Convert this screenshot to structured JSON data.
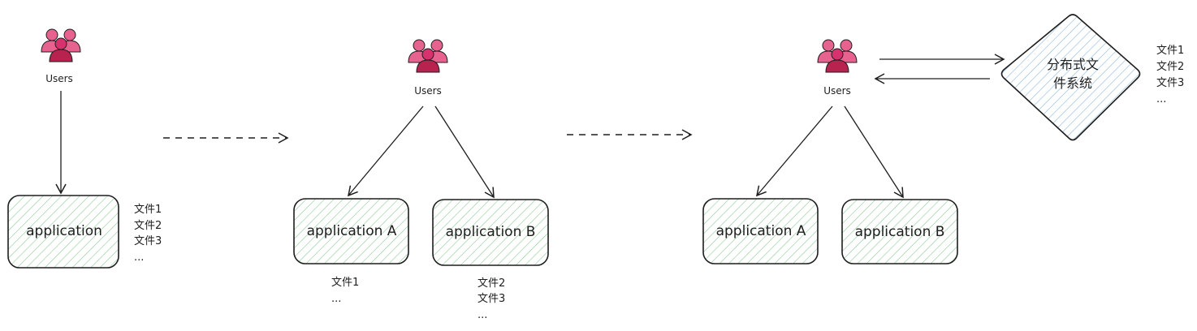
{
  "colors": {
    "ink": "#1e1e1e",
    "app_fill_hatch": "#2f9e44",
    "fs_fill_hatch": "#1971c2",
    "user_light": "#e8628f",
    "user_mid": "#d6326e",
    "user_dark": "#b7224f"
  },
  "icons": [
    "users-icon",
    "arrow-icon"
  ],
  "stage1": {
    "users_label": "Users",
    "app_label": "application",
    "files": [
      "文件1",
      "文件2",
      "文件3",
      "..."
    ]
  },
  "stage2": {
    "users_label": "Users",
    "app_a_label": "application A",
    "app_b_label": "application B",
    "files_a": [
      "文件1",
      "..."
    ],
    "files_b": [
      "文件2",
      "文件3",
      "..."
    ]
  },
  "stage3": {
    "users_label": "Users",
    "app_a_label": "application A",
    "app_b_label": "application B",
    "fs_label_line1": "分布式文",
    "fs_label_line2": "件系统",
    "files": [
      "文件1",
      "文件2",
      "文件3",
      "..."
    ]
  }
}
